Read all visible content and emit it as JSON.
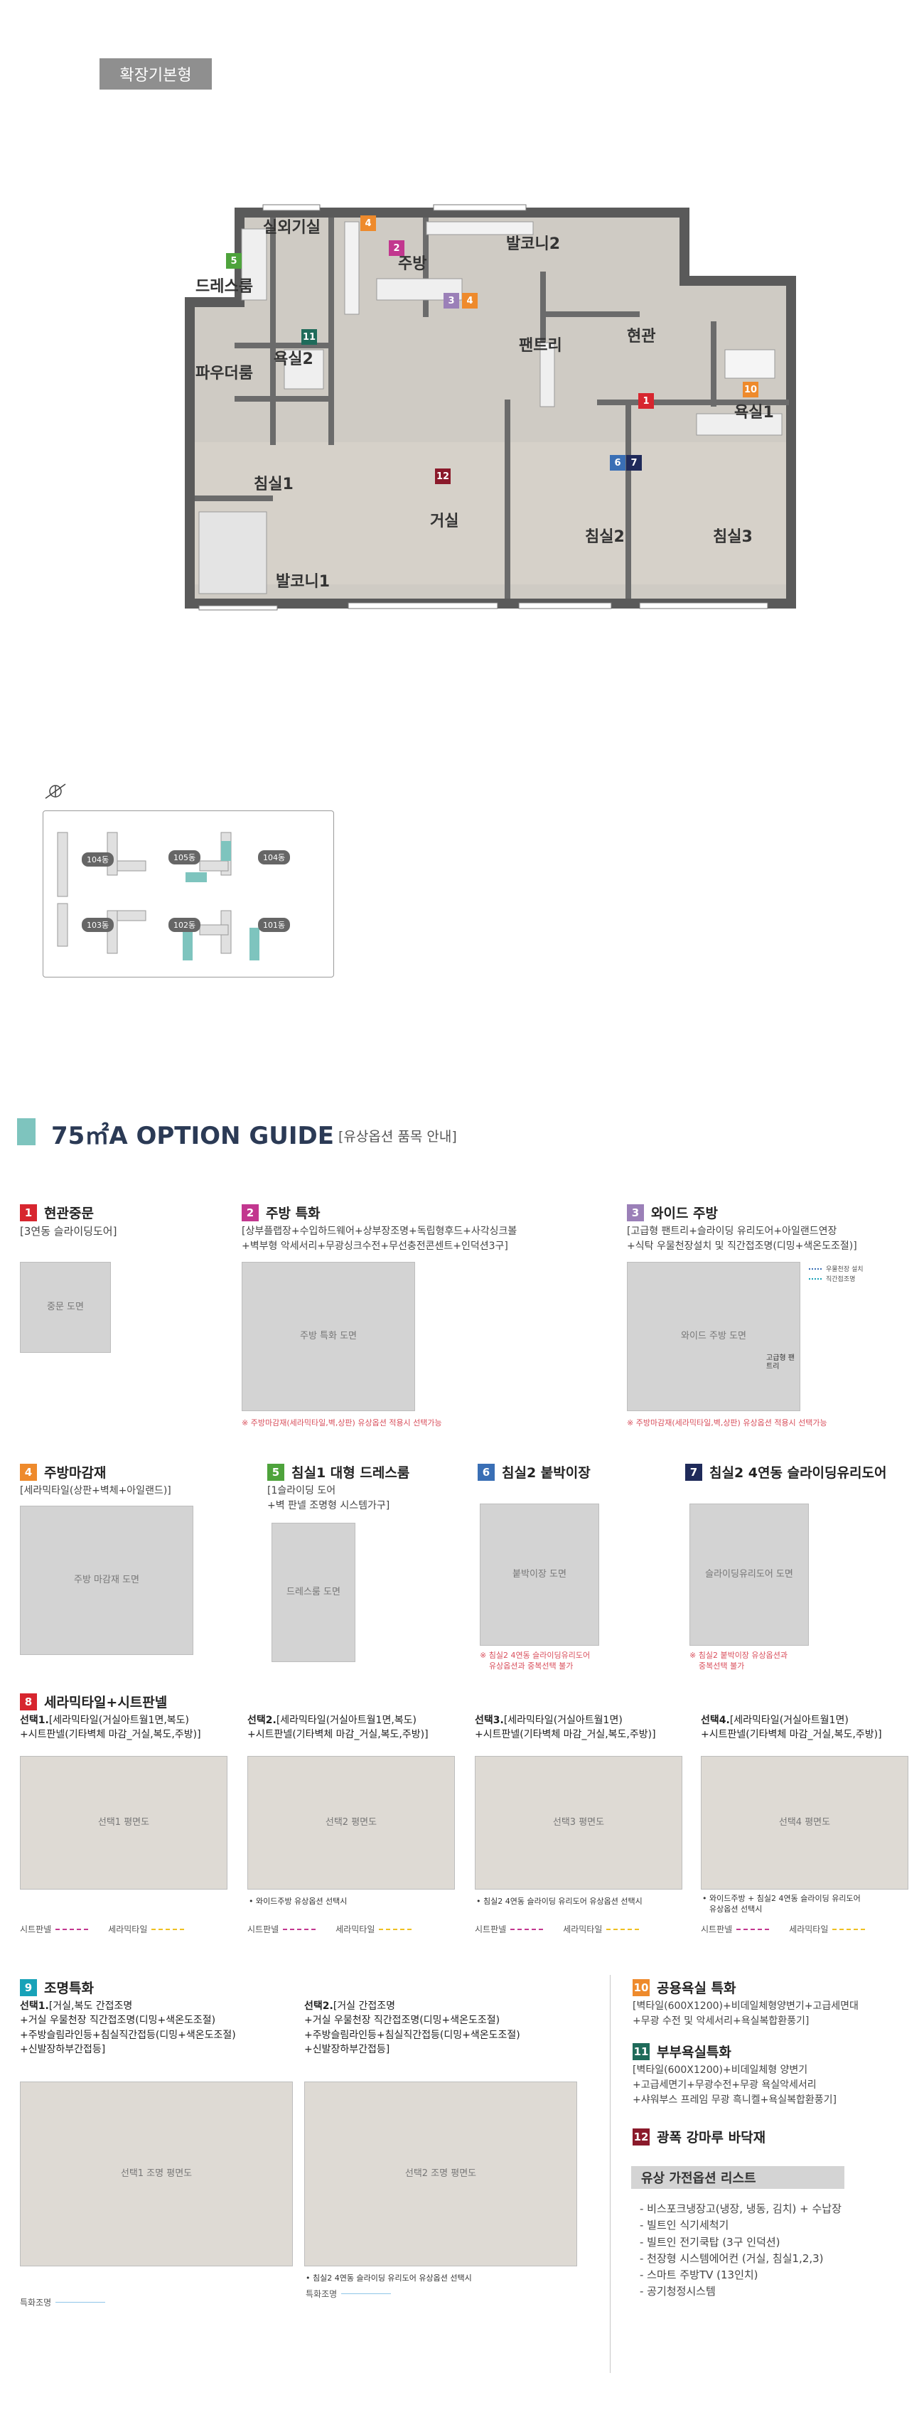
{
  "plan": {
    "type_label": "확장기본형",
    "rooms": {
      "outdoor": "실외기실",
      "kitchen": "주방",
      "balcony2": "발코니2",
      "dress": "드레스룸",
      "bath2": "욕실2",
      "powder": "파우더룸",
      "pantry": "팬트리",
      "entrance": "현관",
      "bath1": "욕실1",
      "bedroom1": "침실1",
      "living": "거실",
      "bedroom2": "침실2",
      "bedroom3": "침실3",
      "balcony1": "발코니1"
    },
    "badges": [
      "1",
      "2",
      "3",
      "4",
      "4",
      "5",
      "6",
      "7",
      "10",
      "11",
      "12"
    ]
  },
  "site": {
    "buildings": [
      "104동",
      "105동",
      "104동",
      "103동",
      "102동",
      "101동"
    ]
  },
  "guide": {
    "title": "75㎡A  OPTION GUIDE",
    "subtitle": "[유상옵션 품목 안내]"
  },
  "options": {
    "o1": {
      "num": "1",
      "title": "현관중문",
      "desc": "[3연동 슬라이딩도어]",
      "color": "#d7262f"
    },
    "o2": {
      "num": "2",
      "title": "주방 특화",
      "desc1": "[상부플랩장+수입하드웨어+상부장조명+독립형후드+사각싱크볼",
      "desc2": "+벽부형 악세서리+무광싱크수전+무선충전콘센트+인덕션3구]",
      "note": "※ 주방마감재(세라믹타일,벽,상판) 유상옵션 적용시 선택가능",
      "color": "#c2378f"
    },
    "o3": {
      "num": "3",
      "title": "와이드 주방",
      "desc1": "[고급형 팬트리+슬라이딩 유리도어+아일랜드연장",
      "desc2": "+식탁 우물천장설치 및 직간접조명(디밍+색온도조절)]",
      "note": "※ 주방마감재(세라믹타일,벽,상판) 유상옵션 적용시 선택가능",
      "legend1": "우물천장 설치",
      "legend2": "직간접조명",
      "pantry_label": "고급형 팬트리",
      "color": "#9b80b8"
    },
    "o4": {
      "num": "4",
      "title": "주방마감재",
      "desc": "[세라믹타일(상판+벽체+아일랜드)]",
      "color": "#ee8a2c"
    },
    "o5": {
      "num": "5",
      "title": "침실1 대형 드레스룸",
      "desc1": "[1슬라이딩 도어",
      "desc2": "+벽 판넬 조명형 시스템가구]",
      "color": "#4ea33c"
    },
    "o6": {
      "num": "6",
      "title": "침실2 붙박이장",
      "note1": "※ 침실2 4연동 슬라이딩유리도어",
      "note2": "유상옵션과 중복선택 불가",
      "color": "#3a6fb5"
    },
    "o7": {
      "num": "7",
      "title": "침실2 4연동 슬라이딩유리도어",
      "note1": "※ 침실2 붙박이장 유상옵션과",
      "note2": "중복선택 불가",
      "color": "#1f2a5a"
    },
    "o8": {
      "num": "8",
      "title": "세라믹타일+시트판넬",
      "color": "#d7262f",
      "choices": [
        {
          "label": "선택1.",
          "l1": "[세라믹타일(거실아트월1면,복도)",
          "l2": "+시트판넬(기타벽체 마감_거실,복도,주방)]",
          "note": ""
        },
        {
          "label": "선택2.",
          "l1": "[세라믹타일(거실아트월1면,복도)",
          "l2": "+시트판넬(기타벽체 마감_거실,복도,주방)]",
          "note": "• 와이드주방 유상옵션 선택시"
        },
        {
          "label": "선택3.",
          "l1": "[세라믹타일(거실아트월1면)",
          "l2": "+시트판넬(기타벽체 마감_거실,복도,주방)]",
          "note": "• 침실2 4연동 슬라이딩 유리도어 유상옵션 선택시"
        },
        {
          "label": "선택4.",
          "l1": "[세라믹타일(거실아트월1면)",
          "l2": "+시트판넬(기타벽체 마감_거실,복도,주방)]",
          "note": "• 와이드주방 + 침실2 4연동 슬라이딩 유리도어"
        }
      ],
      "note4b": "유상옵션 선택시",
      "legend_sheet": "시트판넬",
      "legend_tile": "세라믹타일"
    },
    "o9": {
      "num": "9",
      "title": "조명특화",
      "color": "#17a2b8",
      "c1_label": "선택1.",
      "c1": [
        "[거실,복도 간접조명",
        "+거실 우물천장 직간접조명(디밍+색온도조절)",
        "+주방슬림라인등+침실직간접등(디밍+색온도조절)",
        "+신발장하부간접등]"
      ],
      "c2_label": "선택2.",
      "c2": [
        "[거실 간접조명",
        "+거실 우물천장 직간접조명(디밍+색온도조절)",
        "+주방슬림라인등+침실직간접등(디밍+색온도조절)",
        "+신발장하부간접등]"
      ],
      "c2_note": "• 침실2 4연동 슬라이딩 유리도어 유상옵션 선택시",
      "legend": "특화조명"
    },
    "o10": {
      "num": "10",
      "title": "공용욕실 특화",
      "d1": "[벽타일(600X1200)+비데일체형양변기+고급세면대",
      "d2": "+무광 수전 및 악세서리+욕실복합환풍기]",
      "color": "#ee8a2c"
    },
    "o11": {
      "num": "11",
      "title": "부부욕실특화",
      "d1": "[벽타일(600X1200)+비데일체형 양변기",
      "d2": "+고급세면기+무광수전+무광 욕실악세서리",
      "d3": "+샤워부스 프레임 무광 흑니켈+욕실복합환풍기]",
      "color": "#1f6b5a"
    },
    "o12": {
      "num": "12",
      "title": "광폭 강마루 바닥재",
      "color": "#8b1a2b"
    }
  },
  "appliances": {
    "title": "유상 가전옵션 리스트",
    "items": [
      "- 비스포크냉장고(냉장, 냉동, 김치) + 수납장",
      "- 빌트인 식기세척기",
      "- 빌트인 전기쿡탑 (3구 인덕션)",
      "- 천장형 시스템에어컨 (거실, 침실1,2,3)",
      "- 스마트 주방TV (13인치)",
      "- 공기청정시스템"
    ]
  }
}
